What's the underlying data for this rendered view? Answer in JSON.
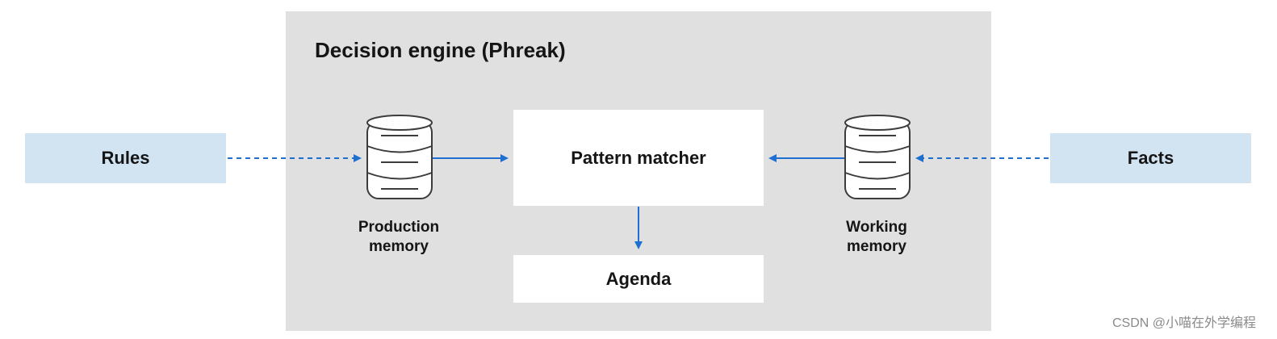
{
  "diagram": {
    "engine": {
      "title": "Decision engine (Phreak)"
    },
    "inputs": {
      "rules": "Rules",
      "facts": "Facts"
    },
    "stores": {
      "production_memory": {
        "line1": "Production",
        "line2": "memory"
      },
      "working_memory": {
        "line1": "Working",
        "line2": "memory"
      }
    },
    "components": {
      "pattern_matcher": "Pattern matcher",
      "agenda": "Agenda"
    },
    "edges": [
      {
        "from": "Rules",
        "to": "Production memory",
        "style": "dashed"
      },
      {
        "from": "Production memory",
        "to": "Pattern matcher",
        "style": "solid"
      },
      {
        "from": "Facts",
        "to": "Working memory",
        "style": "dashed"
      },
      {
        "from": "Working memory",
        "to": "Pattern matcher",
        "style": "solid"
      },
      {
        "from": "Pattern matcher",
        "to": "Agenda",
        "style": "solid"
      }
    ],
    "colors": {
      "panel": "#e0e0e0",
      "input_box": "#d2e3f2",
      "arrow": "#1f6fd0",
      "text": "#151515"
    }
  },
  "watermark": "CSDN @小喵在外学编程"
}
